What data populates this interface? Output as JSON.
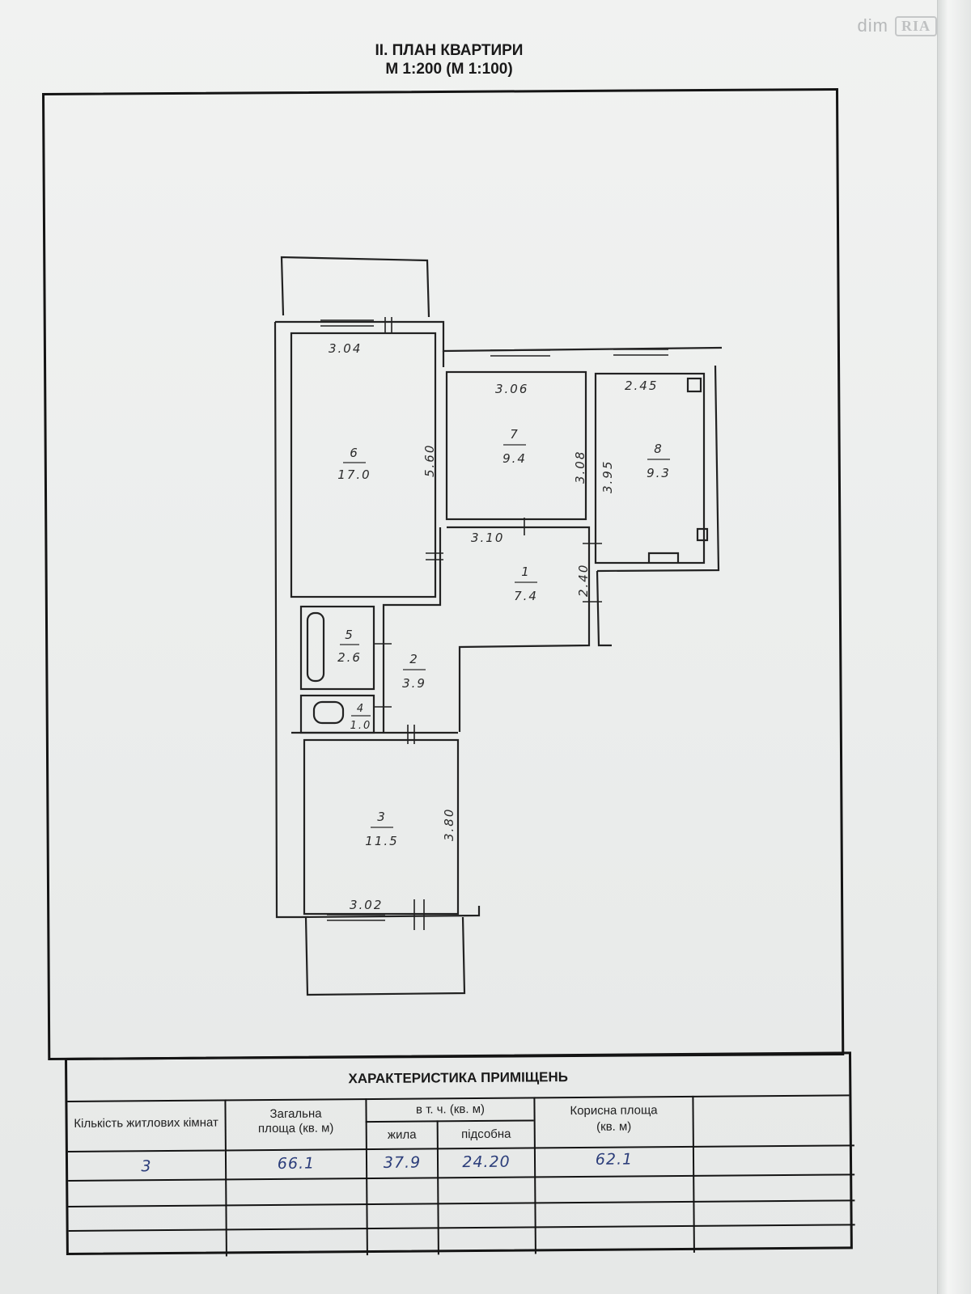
{
  "watermark": {
    "text": "dim",
    "badge": "RIA"
  },
  "header": {
    "title": "ІІ. ПЛАН КВАРТИРИ",
    "scale": "М 1:200 (М 1:100)"
  },
  "plan": {
    "rooms": [
      {
        "number": "6",
        "area": "17.0"
      },
      {
        "number": "7",
        "area": "9.4"
      },
      {
        "number": "8",
        "area": "9.3"
      },
      {
        "number": "1",
        "area": "7.4"
      },
      {
        "number": "5",
        "area": "2.6"
      },
      {
        "number": "2",
        "area": "3.9"
      },
      {
        "number": "4",
        "area": "1.0"
      },
      {
        "number": "3",
        "area": "11.5"
      }
    ],
    "dimensions": {
      "d_304": "3.04",
      "d_560": "5.60",
      "d_306": "3.06",
      "d_308": "3.08",
      "d_245": "2.45",
      "d_395": "3.95",
      "d_310": "3.10",
      "d_240": "2.40",
      "d_380": "3.80",
      "d_302": "3.02"
    }
  },
  "table": {
    "title": "ХАРАКТЕРИСТИКА ПРИМІЩЕНЬ",
    "col_rooms": "Кількість житлових кімнат",
    "col_total": "Загальна площа (кв. м)",
    "col_incl": "в т. ч. (кв. м)",
    "col_living": "жила",
    "col_aux": "підсобна",
    "col_useful": "Корисна площа (кв. м)",
    "values": {
      "rooms": "3",
      "total": "66.1",
      "living": "37.9",
      "aux": "24.20",
      "useful": "62.1"
    }
  }
}
